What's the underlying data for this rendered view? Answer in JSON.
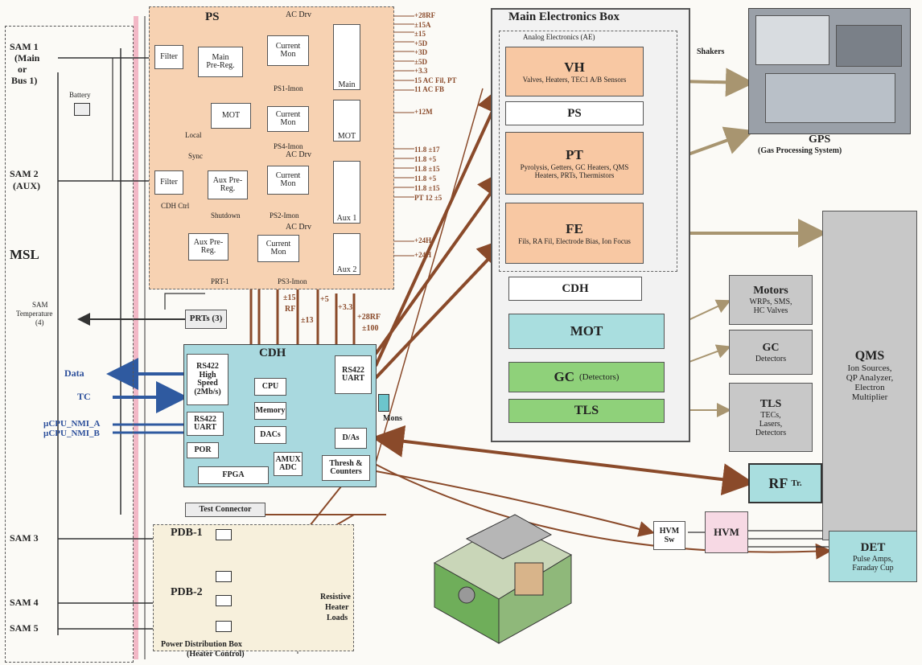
{
  "msl": {
    "label": "MSL",
    "sam1": "SAM 1",
    "sam1_sub1": "(Main",
    "sam1_sub2": "or",
    "sam1_sub3": "Bus 1)",
    "sam2": "SAM 2",
    "sam2_sub": "(AUX)",
    "battery": "Battery",
    "sam_temp1": "SAM",
    "sam_temp2": "Temperature",
    "sam_temp3": "(4)",
    "data": "Data",
    "tc": "TC",
    "ucpu_a": "µCPU_NMI_A",
    "ucpu_b": "µCPU_NMI_B",
    "sam3": "SAM 3",
    "sam4": "SAM 4",
    "sam5": "SAM 5"
  },
  "ps": {
    "title": "PS",
    "ac_drv": "AC Drv",
    "filter1": "Filter",
    "filter2": "Filter",
    "main_pre_reg1": "Main",
    "main_pre_reg2": "Pre-Reg.",
    "current_mon": "Current Mon",
    "ps1_imon": "PS1-Imon",
    "main": "Main",
    "mot": "MOT",
    "local": "Local",
    "ps4_imon": "PS4-Imon",
    "sync": "Sync",
    "aux_pre_reg": "Aux Pre-Reg.",
    "cdh_ctrl": "CDH Ctrl",
    "shutdown": "Shutdown",
    "ps2_imon": "PS2-Imon",
    "aux1": "Aux 1",
    "aux2": "Aux 2",
    "prt": "PRT-1",
    "ps3_imon": "PS3-Imon",
    "outputs_top": [
      "+28RF",
      "±15A",
      "±15",
      "+5D",
      "+3D",
      "±5D",
      "+3.3",
      "15 AC Fil, PT",
      "11 AC FB"
    ],
    "out_12": "+12M",
    "outputs_aux1": [
      "11.8 ±17",
      "11.8 +5",
      "11.8 ±15",
      "11.8 +5",
      "11.8 ±15",
      "PT 12 ±5"
    ],
    "outputs_aux2": [
      "+24H",
      "+24H"
    ]
  },
  "rails": {
    "r15": "±15",
    "rf": "RF",
    "r13": "±13",
    "r5": "+5",
    "r33": "+3.3",
    "r28": "+28RF",
    "r100": "±100"
  },
  "prts": "PRTs (3)",
  "cdh": {
    "title": "CDH",
    "rs422_hs": [
      "RS422",
      "High",
      "Speed",
      "(2Mb/s)"
    ],
    "cpu": "CPU",
    "memory": "Memory",
    "dacs": "DACs",
    "rs422_uart": [
      "RS422",
      "UART"
    ],
    "por": "POR",
    "amux": [
      "AMUX",
      "ADC"
    ],
    "fpga": "FPGA",
    "rs422_uart_r": [
      "RS422",
      "UART"
    ],
    "das": "D/As",
    "thresh": [
      "Thresh &",
      "Counters"
    ],
    "mons": "Mons",
    "test_connector": "Test Connector"
  },
  "pdb": {
    "pdb1": "PDB-1",
    "pdb2": "PDB-2",
    "box1": "Power Distribution Box",
    "box2": "(Heater Control)",
    "resistive1": "Resistive",
    "resistive2": "Heater",
    "resistive3": "Loads"
  },
  "meb": {
    "title": "Main Electronics Box",
    "ae": "Analog Electronics (AE)",
    "vh_title": "VH",
    "vh_sub": "Valves, Heaters, TEC1 A/B Sensors",
    "ps_title": "PS",
    "pt_title": "PT",
    "pt_sub": "Pyrolysis, Getters, GC Heaters, QMS Heaters, PRTs, Thermistors",
    "fe_title": "FE",
    "fe_sub": "Fils, RA Fil, Electrode Bias, Ion Focus",
    "cdh_title": "CDH",
    "mot_title": "MOT",
    "gc_title": "GC",
    "gc_sub": "(Detectors)",
    "tls_title": "TLS"
  },
  "right": {
    "shakers": "Shakers",
    "gps": "GPS",
    "gps_sub": "(Gas Processing System)",
    "motors_title": "Motors",
    "motors_sub": [
      "WRPs, SMS,",
      "HC Valves"
    ],
    "gc_title": "GC",
    "gc_sub": "Detectors",
    "tls_title": "TLS",
    "tls_sub": [
      "TECs,",
      "Lasers,",
      "Detectors"
    ],
    "qms_title": "QMS",
    "qms_sub": [
      "Ion Sources,",
      "QP Analyzer,",
      "Electron",
      "Multiplier"
    ],
    "rf": "RF",
    "rf_sub": "Tr.",
    "hvm_sw": [
      "HVM",
      "Sw"
    ],
    "hvm": "HVM",
    "det_title": "DET",
    "det_sub": [
      "Pulse Amps,",
      "Faraday Cup"
    ]
  },
  "colors": {
    "ps_fill": "#f7d2b2",
    "cdh_fill": "#a9d9df",
    "meb_orange": "#f8c8a3",
    "mot_teal": "#a9dedf",
    "green": "#8fd17a",
    "arrow_brown": "#8a4a2a",
    "arrow_tan": "#b9a27a",
    "blue_arrow": "#2f5aa0",
    "label_blue": "#2c4f9b"
  }
}
